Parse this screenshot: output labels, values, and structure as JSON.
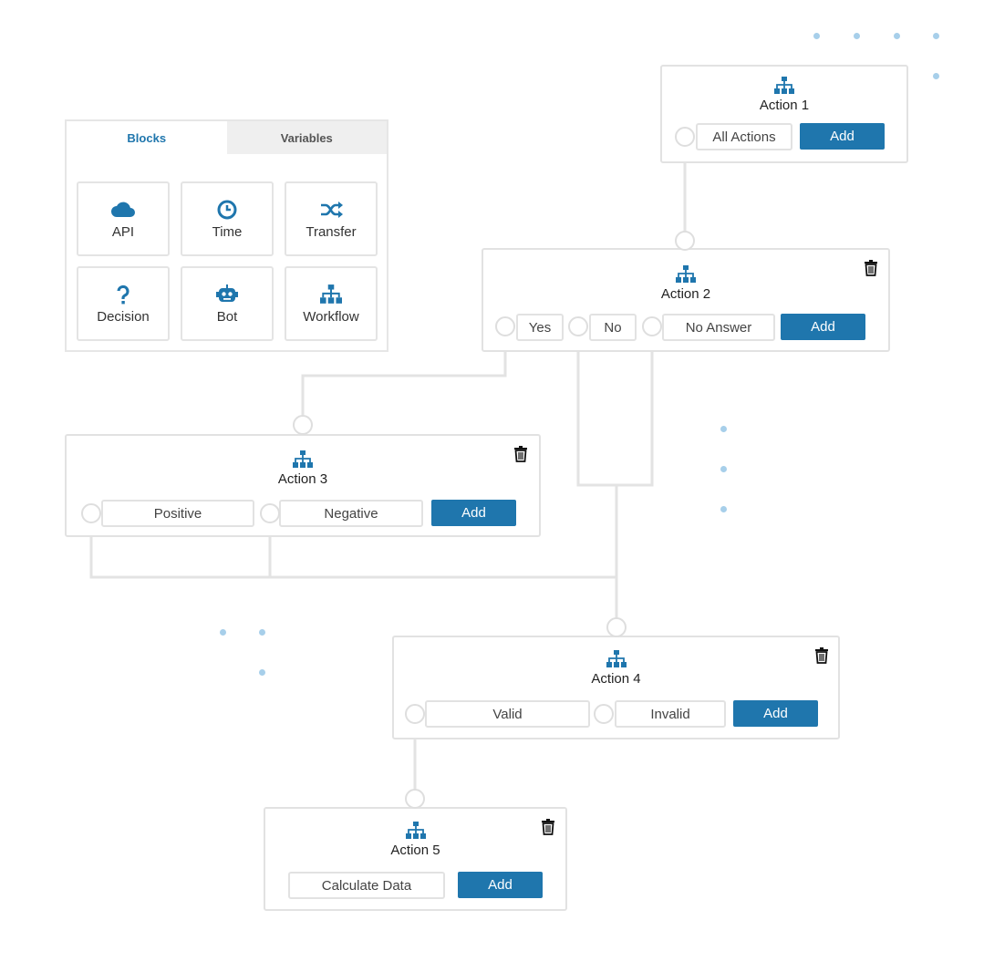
{
  "palette": {
    "tabs": [
      "Blocks",
      "Variables"
    ],
    "blocks": [
      {
        "label": "API",
        "icon": "cloud-icon"
      },
      {
        "label": "Time",
        "icon": "clock-icon"
      },
      {
        "label": "Transfer",
        "icon": "shuffle-icon"
      },
      {
        "label": "Decision",
        "icon": "question-icon"
      },
      {
        "label": "Bot",
        "icon": "robot-icon"
      },
      {
        "label": "Workflow",
        "icon": "workflow-icon"
      }
    ]
  },
  "actions": {
    "a1": {
      "title": "Action 1",
      "options": [
        "All Actions"
      ],
      "add": "Add"
    },
    "a2": {
      "title": "Action 2",
      "options": [
        "Yes",
        "No",
        "No Answer"
      ],
      "add": "Add"
    },
    "a3": {
      "title": "Action 3",
      "options": [
        "Positive",
        "Negative"
      ],
      "add": "Add"
    },
    "a4": {
      "title": "Action 4",
      "options": [
        "Valid",
        "Invalid"
      ],
      "add": "Add"
    },
    "a5": {
      "title": "Action 5",
      "options": [
        "Calculate Data"
      ],
      "add": "Add"
    }
  },
  "colors": {
    "accent": "#1f76ad",
    "border": "#e2e2e2",
    "wire": "#e2e2e2",
    "dots": "#a7cfea"
  }
}
